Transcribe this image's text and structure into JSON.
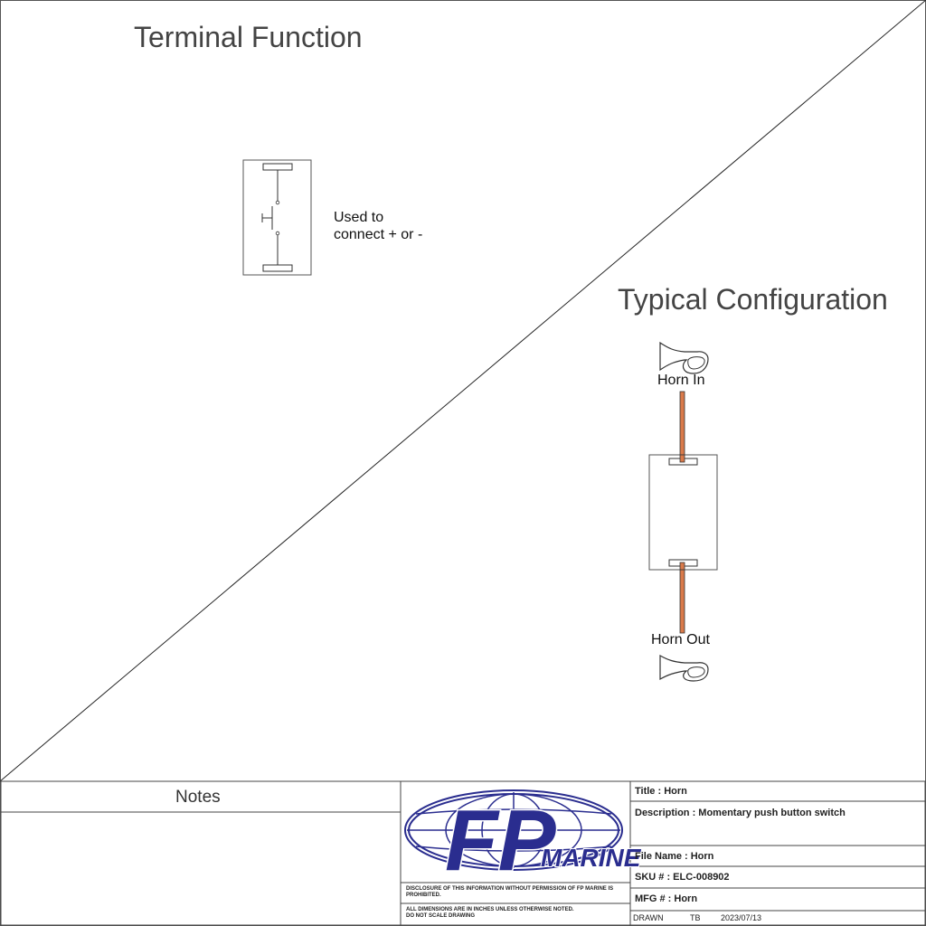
{
  "sections": {
    "terminal_function": {
      "title": "Terminal Function",
      "description_line1": "Used to",
      "description_line2": "connect + or -"
    },
    "typical_configuration": {
      "title": "Typical Configuration",
      "input_label": "Horn In",
      "output_label": "Horn Out",
      "wire_color": "#d97a4a"
    }
  },
  "title_block": {
    "notes_label": "Notes",
    "logo": {
      "letters": "FP",
      "word": "MARINE",
      "brand_color": "#2a2d8f"
    },
    "disclosure": "DISCLOSURE OF THIS INFORMATION WITHOUT PERMISSION OF FP MARINE IS PROHIBITED.",
    "dimensions_line1": "ALL DIMENSIONS ARE IN INCHES UNLESS OTHERWISE NOTED.",
    "dimensions_line2": "DO NOT SCALE DRAWING",
    "title": "Title :  Horn",
    "description": "Description : Momentary push button switch",
    "file_name": "File Name : Horn",
    "sku": "SKU # : ELC-008902",
    "mfg": "MFG # : Horn",
    "drawn_label": "DRAWN",
    "drawn_by": "TB",
    "drawn_date": "2023/07/13"
  }
}
